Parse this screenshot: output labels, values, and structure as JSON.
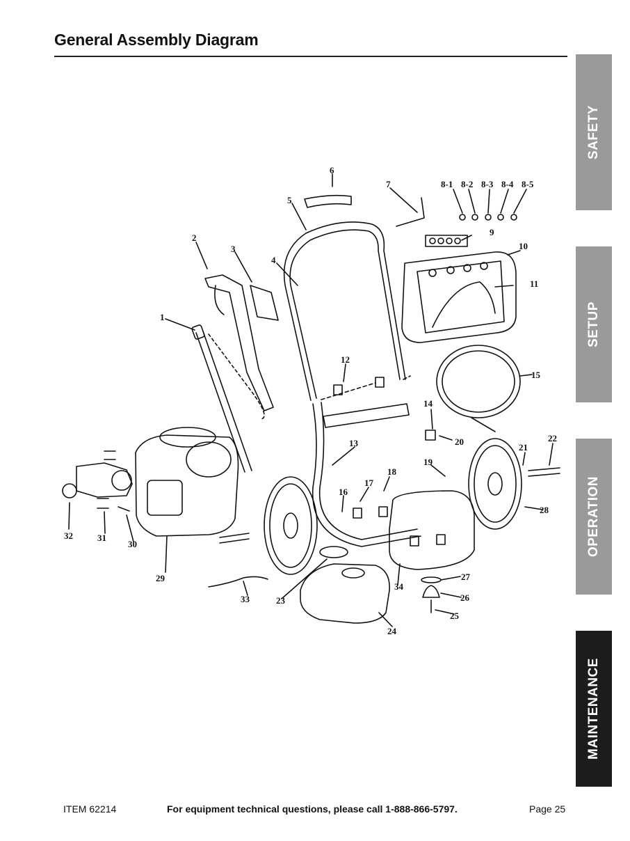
{
  "header": {
    "title": "General Assembly Diagram"
  },
  "tabs": [
    {
      "label": "SAFETY",
      "active": false
    },
    {
      "label": "SETUP",
      "active": false
    },
    {
      "label": "OPERATION",
      "active": false
    },
    {
      "label": "MAINTENANCE",
      "active": true
    }
  ],
  "colors": {
    "tab_inactive": "#9a9a9a",
    "tab_active": "#1c1c1c",
    "line": "#111111"
  },
  "diagram": {
    "callouts": [
      "1",
      "2",
      "3",
      "4",
      "5",
      "6",
      "7",
      "8-1",
      "8-2",
      "8-3",
      "8-4",
      "8-5",
      "9",
      "10",
      "11",
      "12",
      "13",
      "14",
      "15",
      "16",
      "17",
      "18",
      "19",
      "20",
      "21",
      "22",
      "23",
      "24",
      "25",
      "26",
      "27",
      "28",
      "29",
      "30",
      "31",
      "32",
      "33",
      "34"
    ]
  },
  "footer": {
    "item": "ITEM 62214",
    "help": "For equipment technical questions, please call 1-888-866-5797.",
    "page": "Page 25"
  }
}
